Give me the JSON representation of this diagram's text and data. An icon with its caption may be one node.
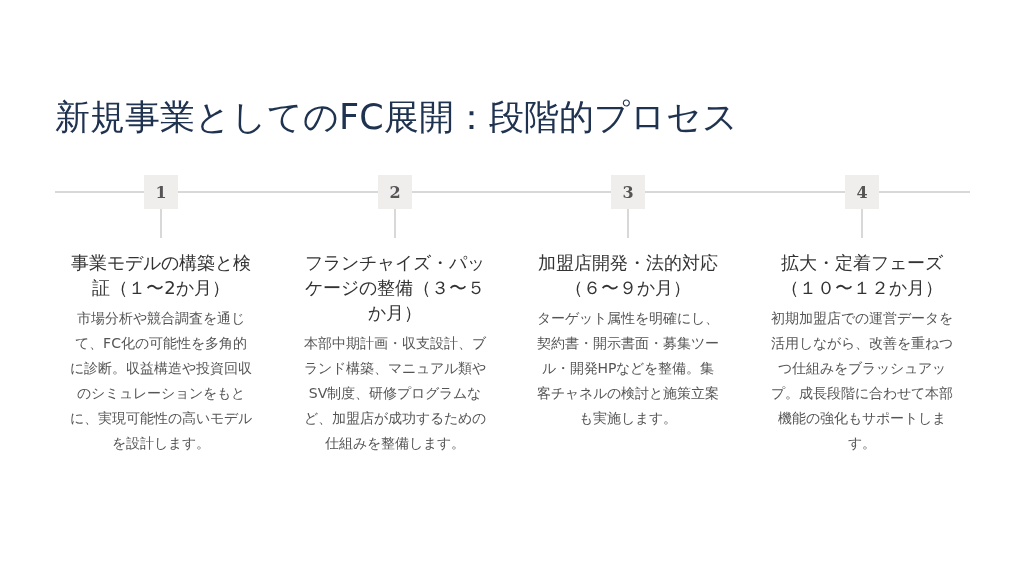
{
  "diagram": {
    "title": "新規事業としてのFC展開：段階的プロセス",
    "nodes": [
      {
        "text": [
          "1"
        ]
      },
      {
        "text": [
          "2"
        ]
      },
      {
        "text": [
          "3"
        ]
      },
      {
        "text": [
          "4"
        ]
      },
      {
        "text": [
          "事業モデルの構築と検証（１〜2か月）",
          "市場分析や競合調査を通じて、FC化の可能性を多角的に診断。収益構造や投資回収のシミュレーションをもとに、実現可能性の高いモデルを設計します。"
        ]
      },
      {
        "text": [
          "フランチャイズ・パッケージの整備（３〜５か月）",
          "本部中期計画・収支設計、ブランド構築、マニュアル類やSV制度、研修プログラムなど、加盟店が成功するための仕組みを整備します。"
        ]
      },
      {
        "text": [
          "加盟店開発・法的対応（６〜９か月）",
          "ターゲット属性を明確にし、契約書・開示書面・募集ツール・開発HPなどを整備。集客チャネルの検討と施策立案も実施します。"
        ]
      },
      {
        "text": [
          "拡大・定着フェーズ（１０〜１２か月）",
          "初期加盟店での運営データを活用しながら、改善を重ねつつ仕組みをブラッシュアップ。成長段階に合わせて本部機能の強化もサポートします。"
        ]
      }
    ],
    "edges": [
      {
        "from": 0,
        "to": 1,
        "arrow": "none"
      },
      {
        "from": 1,
        "to": 2,
        "arrow": "none"
      },
      {
        "from": 2,
        "to": 3,
        "arrow": "none"
      },
      {
        "from": 0,
        "to": 4,
        "arrow": "none"
      },
      {
        "from": 1,
        "to": 5,
        "arrow": "none"
      },
      {
        "from": 2,
        "to": 6,
        "arrow": "none"
      },
      {
        "from": 3,
        "to": 7,
        "arrow": "none"
      }
    ]
  }
}
